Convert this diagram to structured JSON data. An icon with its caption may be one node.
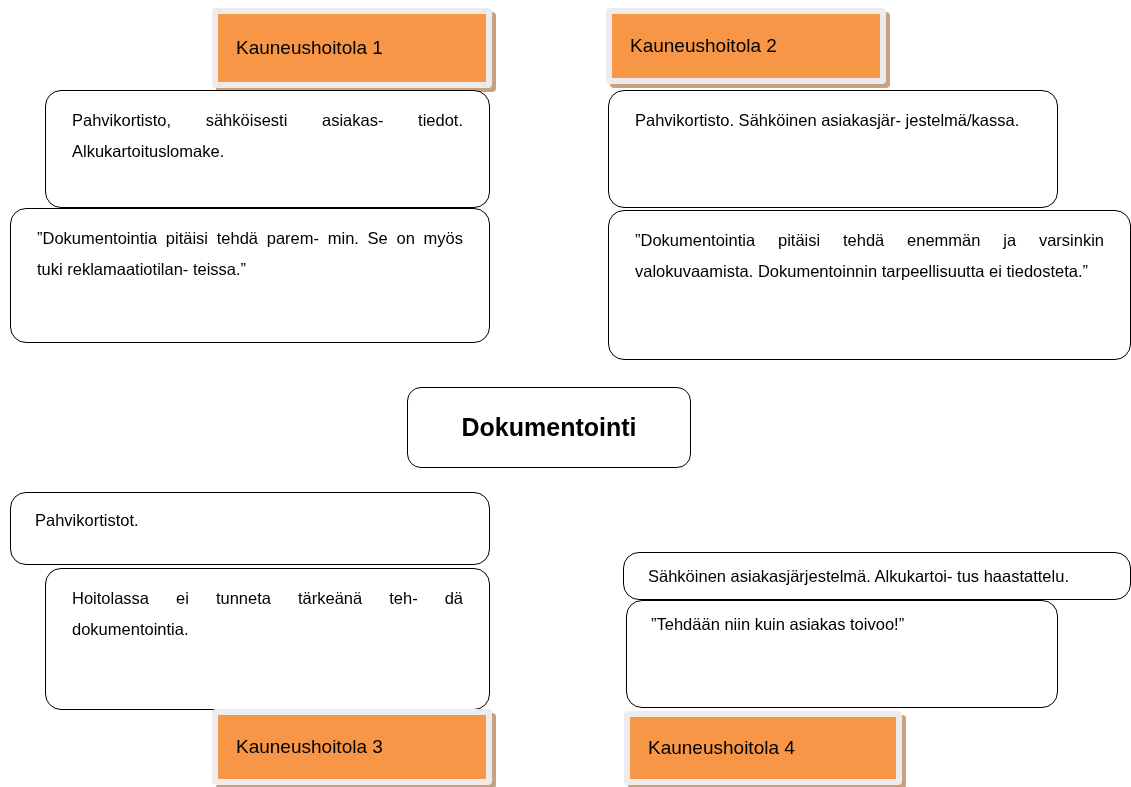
{
  "diagram": {
    "nodes": [
      {
        "text": [
          "Kauneushoitola 1"
        ]
      },
      {
        "text": [
          "Kauneushoitola 2"
        ]
      },
      {
        "text": [
          "Pahvikortisto, sähköisesti asiakas- tiedot. Alkukartoituslomake."
        ]
      },
      {
        "text": [
          "Pahvikortisto. Sähköinen asiakasjär- jestelmä/kassa."
        ]
      },
      {
        "text": [
          "”Dokumentointia pitäisi tehdä parem- min. Se on myös tuki reklamaatiotilan- teissa.”"
        ]
      },
      {
        "text": [
          "”Dokumentointia pitäisi tehdä enemmän ja varsinkin valokuvaamista. Dokumentoinnin tarpeellisuutta ei tiedosteta.”"
        ]
      },
      {
        "text": [
          "Dokumentointi"
        ]
      },
      {
        "text": [
          "Pahvikortistot."
        ]
      },
      {
        "text": [
          "Sähköinen asiakasjärjestelmä. Alkukartoi- tus haastattelu."
        ]
      },
      {
        "text": [
          "Hoitolassa ei tunneta tärkeänä teh- dä dokumentointia."
        ]
      },
      {
        "text": [
          "”Tehdään niin kuin asiakas toivoo!”"
        ]
      },
      {
        "text": [
          "Kauneushoitola 3"
        ]
      },
      {
        "text": [
          "Kauneushoitola 4"
        ]
      }
    ]
  }
}
